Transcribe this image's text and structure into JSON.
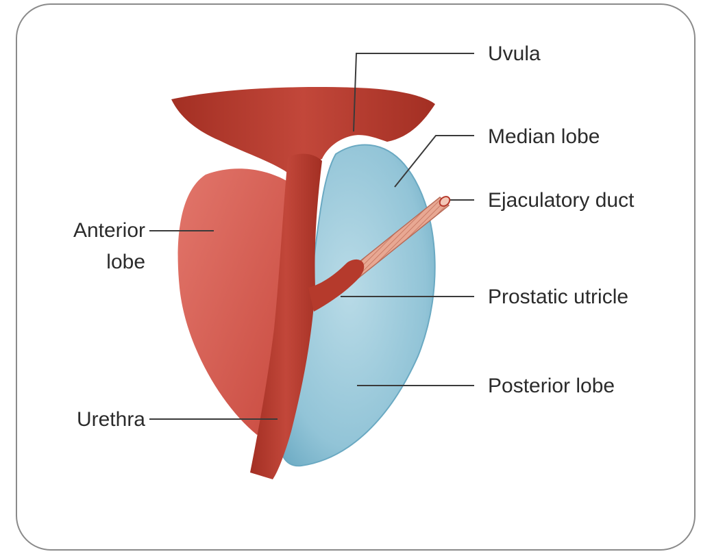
{
  "diagram": {
    "labels": {
      "uvula": "Uvula",
      "median_lobe": "Median lobe",
      "ejaculatory_duct": "Ejaculatory duct",
      "anterior_lobe_line1": "Anterior",
      "anterior_lobe_line2": "lobe",
      "prostatic_utricle": "Prostatic utricle",
      "posterior_lobe": "Posterior lobe",
      "urethra": "Urethra"
    },
    "colors": {
      "muscle": "#b5382a",
      "muscle_light": "#d0574a",
      "anterior_lobe": "#d9655a",
      "posterior_lobe": "#8fc3d6",
      "posterior_lobe_edge": "#6aa9c2",
      "duct": "#e39a84",
      "leader_line": "#3a3a3a",
      "frame": "#8a8a8a"
    }
  }
}
